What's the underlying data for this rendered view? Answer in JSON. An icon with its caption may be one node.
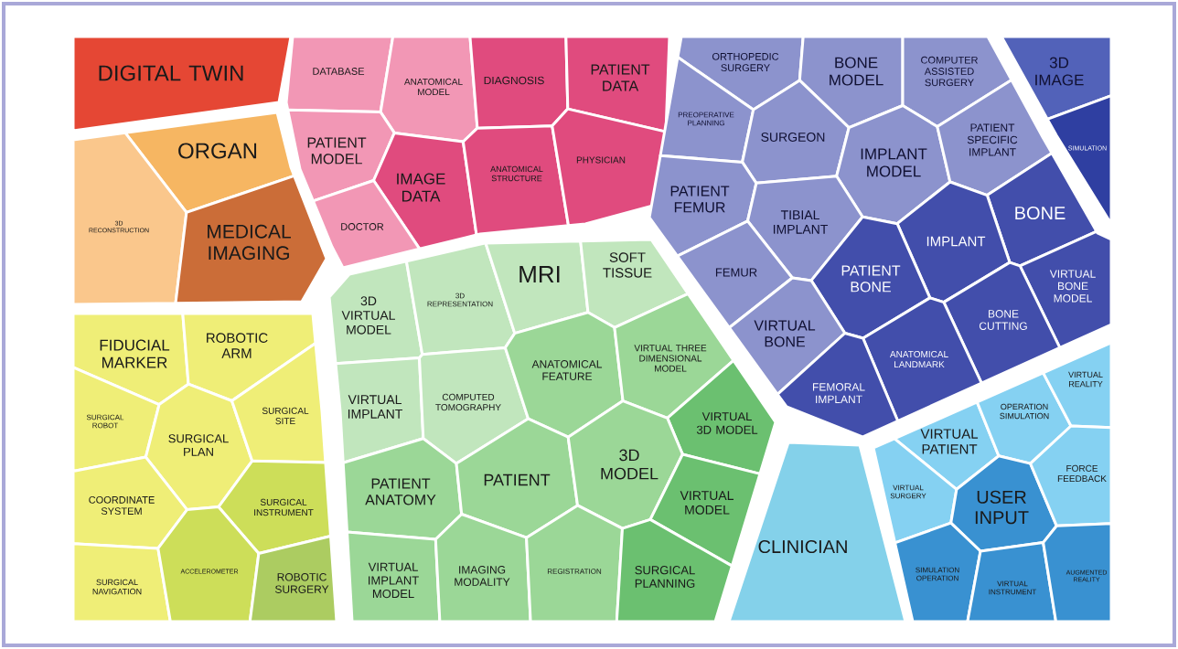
{
  "diagram": {
    "nodes": [
      {
        "text": [
          "DIGITAL TWIN"
        ]
      },
      {
        "text": [
          "ORGAN"
        ]
      },
      {
        "text": [
          "3D RECONSTRUCTION"
        ]
      },
      {
        "text": [
          "MEDICAL IMAGING"
        ]
      },
      {
        "text": [
          "DATABASE"
        ]
      },
      {
        "text": [
          "ANATOMICAL MODEL"
        ]
      },
      {
        "text": [
          "DIAGNOSIS"
        ]
      },
      {
        "text": [
          "PATIENT DATA"
        ]
      },
      {
        "text": [
          "PATIENT MODEL"
        ]
      },
      {
        "text": [
          "IMAGE DATA"
        ]
      },
      {
        "text": [
          "ANATOMICAL STRUCTURE"
        ]
      },
      {
        "text": [
          "PHYSICIAN"
        ]
      },
      {
        "text": [
          "DOCTOR"
        ]
      },
      {
        "text": [
          "ORTHOPEDIC SURGERY"
        ]
      },
      {
        "text": [
          "BONE MODEL"
        ]
      },
      {
        "text": [
          "COMPUTER ASSISTED SURGERY"
        ]
      },
      {
        "text": [
          "PREOPERATIVE PLANNING"
        ]
      },
      {
        "text": [
          "SURGEON"
        ]
      },
      {
        "text": [
          "IMPLANT MODEL"
        ]
      },
      {
        "text": [
          "PATIENT SPECIFIC IMPLANT"
        ]
      },
      {
        "text": [
          "PATIENT FEMUR"
        ]
      },
      {
        "text": [
          "TIBIAL IMPLANT"
        ]
      },
      {
        "text": [
          "BONE"
        ]
      },
      {
        "text": [
          "IMPLANT"
        ]
      },
      {
        "text": [
          "FEMUR"
        ]
      },
      {
        "text": [
          "PATIENT BONE"
        ]
      },
      {
        "text": [
          "VIRTUAL BONE MODEL"
        ]
      },
      {
        "text": [
          "VIRTUAL BONE"
        ]
      },
      {
        "text": [
          "BONE CUTTING"
        ]
      },
      {
        "text": [
          "ANATOMICAL LANDMARK"
        ]
      },
      {
        "text": [
          "FEMORAL IMPLANT"
        ]
      },
      {
        "text": [
          "3D IMAGE"
        ]
      },
      {
        "text": [
          "SIMULATION"
        ]
      },
      {
        "text": [
          "3D VIRTUAL MODEL"
        ]
      },
      {
        "text": [
          "3D REPRESENTATION"
        ]
      },
      {
        "text": [
          "MRI"
        ]
      },
      {
        "text": [
          "SOFT TISSUE"
        ]
      },
      {
        "text": [
          "VIRTUAL IMPLANT"
        ]
      },
      {
        "text": [
          "COMPUTED TOMOGRAPHY"
        ]
      },
      {
        "text": [
          "ANATOMICAL FEATURE"
        ]
      },
      {
        "text": [
          "VIRTUAL THREE DIMENSIONAL MODEL"
        ]
      },
      {
        "text": [
          "VIRTUAL 3D MODEL"
        ]
      },
      {
        "text": [
          "PATIENT ANATOMY"
        ]
      },
      {
        "text": [
          "PATIENT"
        ]
      },
      {
        "text": [
          "3D MODEL"
        ]
      },
      {
        "text": [
          "VIRTUAL MODEL"
        ]
      },
      {
        "text": [
          "VIRTUAL IMPLANT MODEL"
        ]
      },
      {
        "text": [
          "IMAGING MODALITY"
        ]
      },
      {
        "text": [
          "REGISTRATION"
        ]
      },
      {
        "text": [
          "SURGICAL PLANNING"
        ]
      },
      {
        "text": [
          "FIDUCIAL MARKER"
        ]
      },
      {
        "text": [
          "ROBOTIC ARM"
        ]
      },
      {
        "text": [
          "SURGICAL ROBOT"
        ]
      },
      {
        "text": [
          "SURGICAL PLAN"
        ]
      },
      {
        "text": [
          "SURGICAL SITE"
        ]
      },
      {
        "text": [
          "COORDINATE SYSTEM"
        ]
      },
      {
        "text": [
          "SURGICAL INSTRUMENT"
        ]
      },
      {
        "text": [
          "SURGICAL NAVIGATION"
        ]
      },
      {
        "text": [
          "ACCELEROMETER"
        ]
      },
      {
        "text": [
          "ROBOTIC SURGERY"
        ]
      },
      {
        "text": [
          "CLINICIAN"
        ]
      },
      {
        "text": [
          "VIRTUAL PATIENT"
        ]
      },
      {
        "text": [
          "OPERATION SIMULATION"
        ]
      },
      {
        "text": [
          "VIRTUAL REALITY"
        ]
      },
      {
        "text": [
          "VIRTUAL SURGERY"
        ]
      },
      {
        "text": [
          "USER INPUT"
        ]
      },
      {
        "text": [
          "FORCE FEEDBACK"
        ]
      },
      {
        "text": [
          "SIMULATION OPERATION"
        ]
      },
      {
        "text": [
          "VIRTUAL INSTRUMENT"
        ]
      },
      {
        "text": [
          "AUGMENTED REALITY"
        ]
      }
    ]
  }
}
